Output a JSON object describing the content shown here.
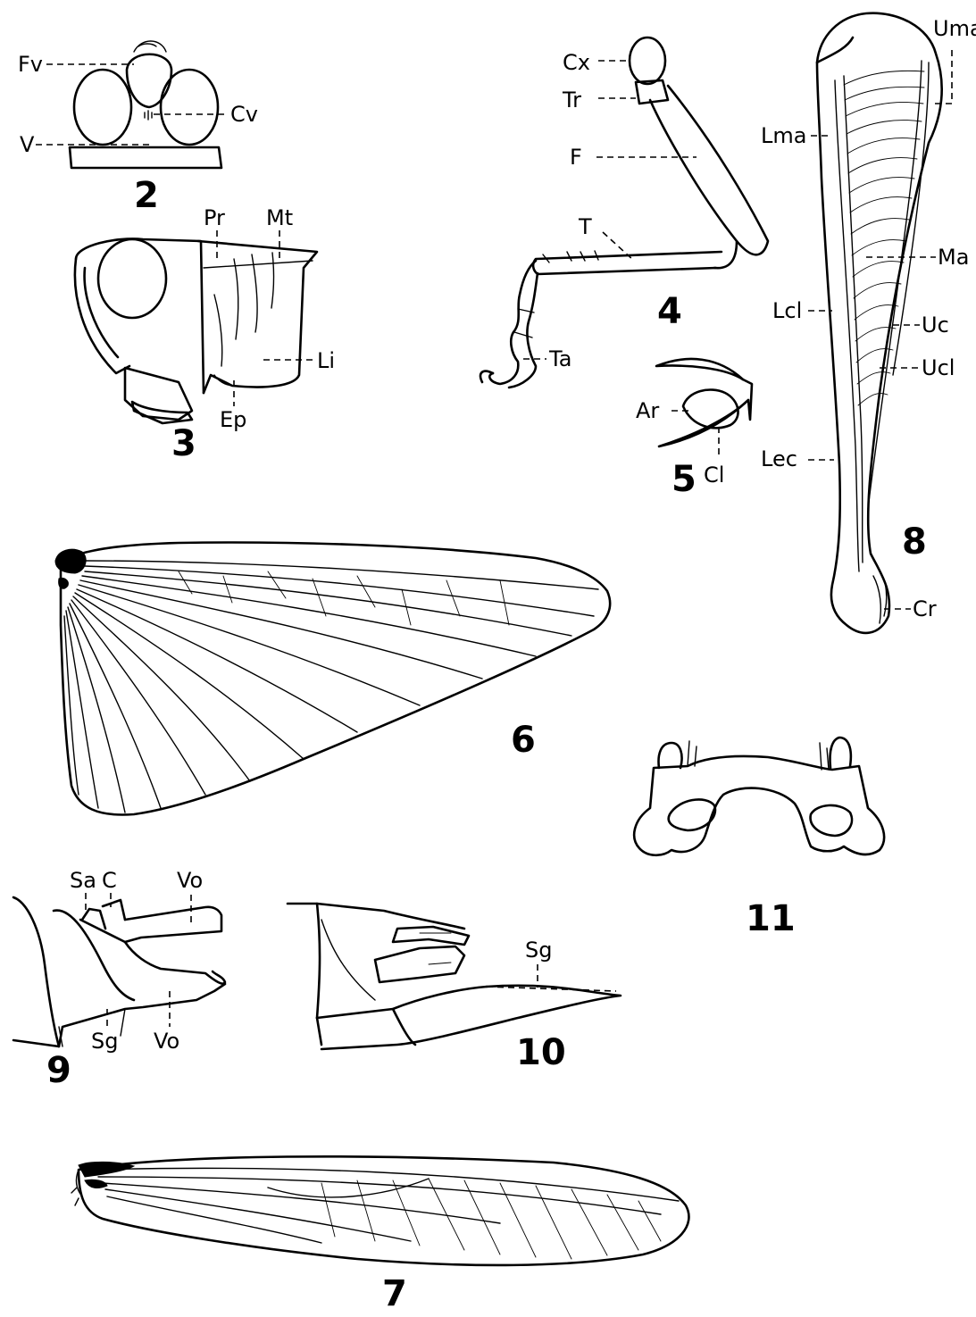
{
  "figures": [
    {
      "number": "2",
      "labels": [
        "Fv",
        "Cv",
        "V"
      ]
    },
    {
      "number": "3",
      "labels": [
        "Pr",
        "Mt",
        "Li",
        "Ep"
      ]
    },
    {
      "number": "4",
      "labels": [
        "Cx",
        "Tr",
        "F",
        "T",
        "Ta"
      ]
    },
    {
      "number": "5",
      "labels": [
        "Ar",
        "Cl"
      ]
    },
    {
      "number": "6",
      "labels": []
    },
    {
      "number": "7",
      "labels": []
    },
    {
      "number": "8",
      "labels": [
        "Uma",
        "Lma",
        "Ma",
        "Lcl",
        "Uc",
        "Ucl",
        "Lec",
        "Cr"
      ]
    },
    {
      "number": "9",
      "labels": [
        "Sa",
        "C",
        "Vo",
        "Sg",
        "Vo"
      ]
    },
    {
      "number": "10",
      "labels": [
        "Sg"
      ]
    },
    {
      "number": "11",
      "labels": []
    }
  ]
}
